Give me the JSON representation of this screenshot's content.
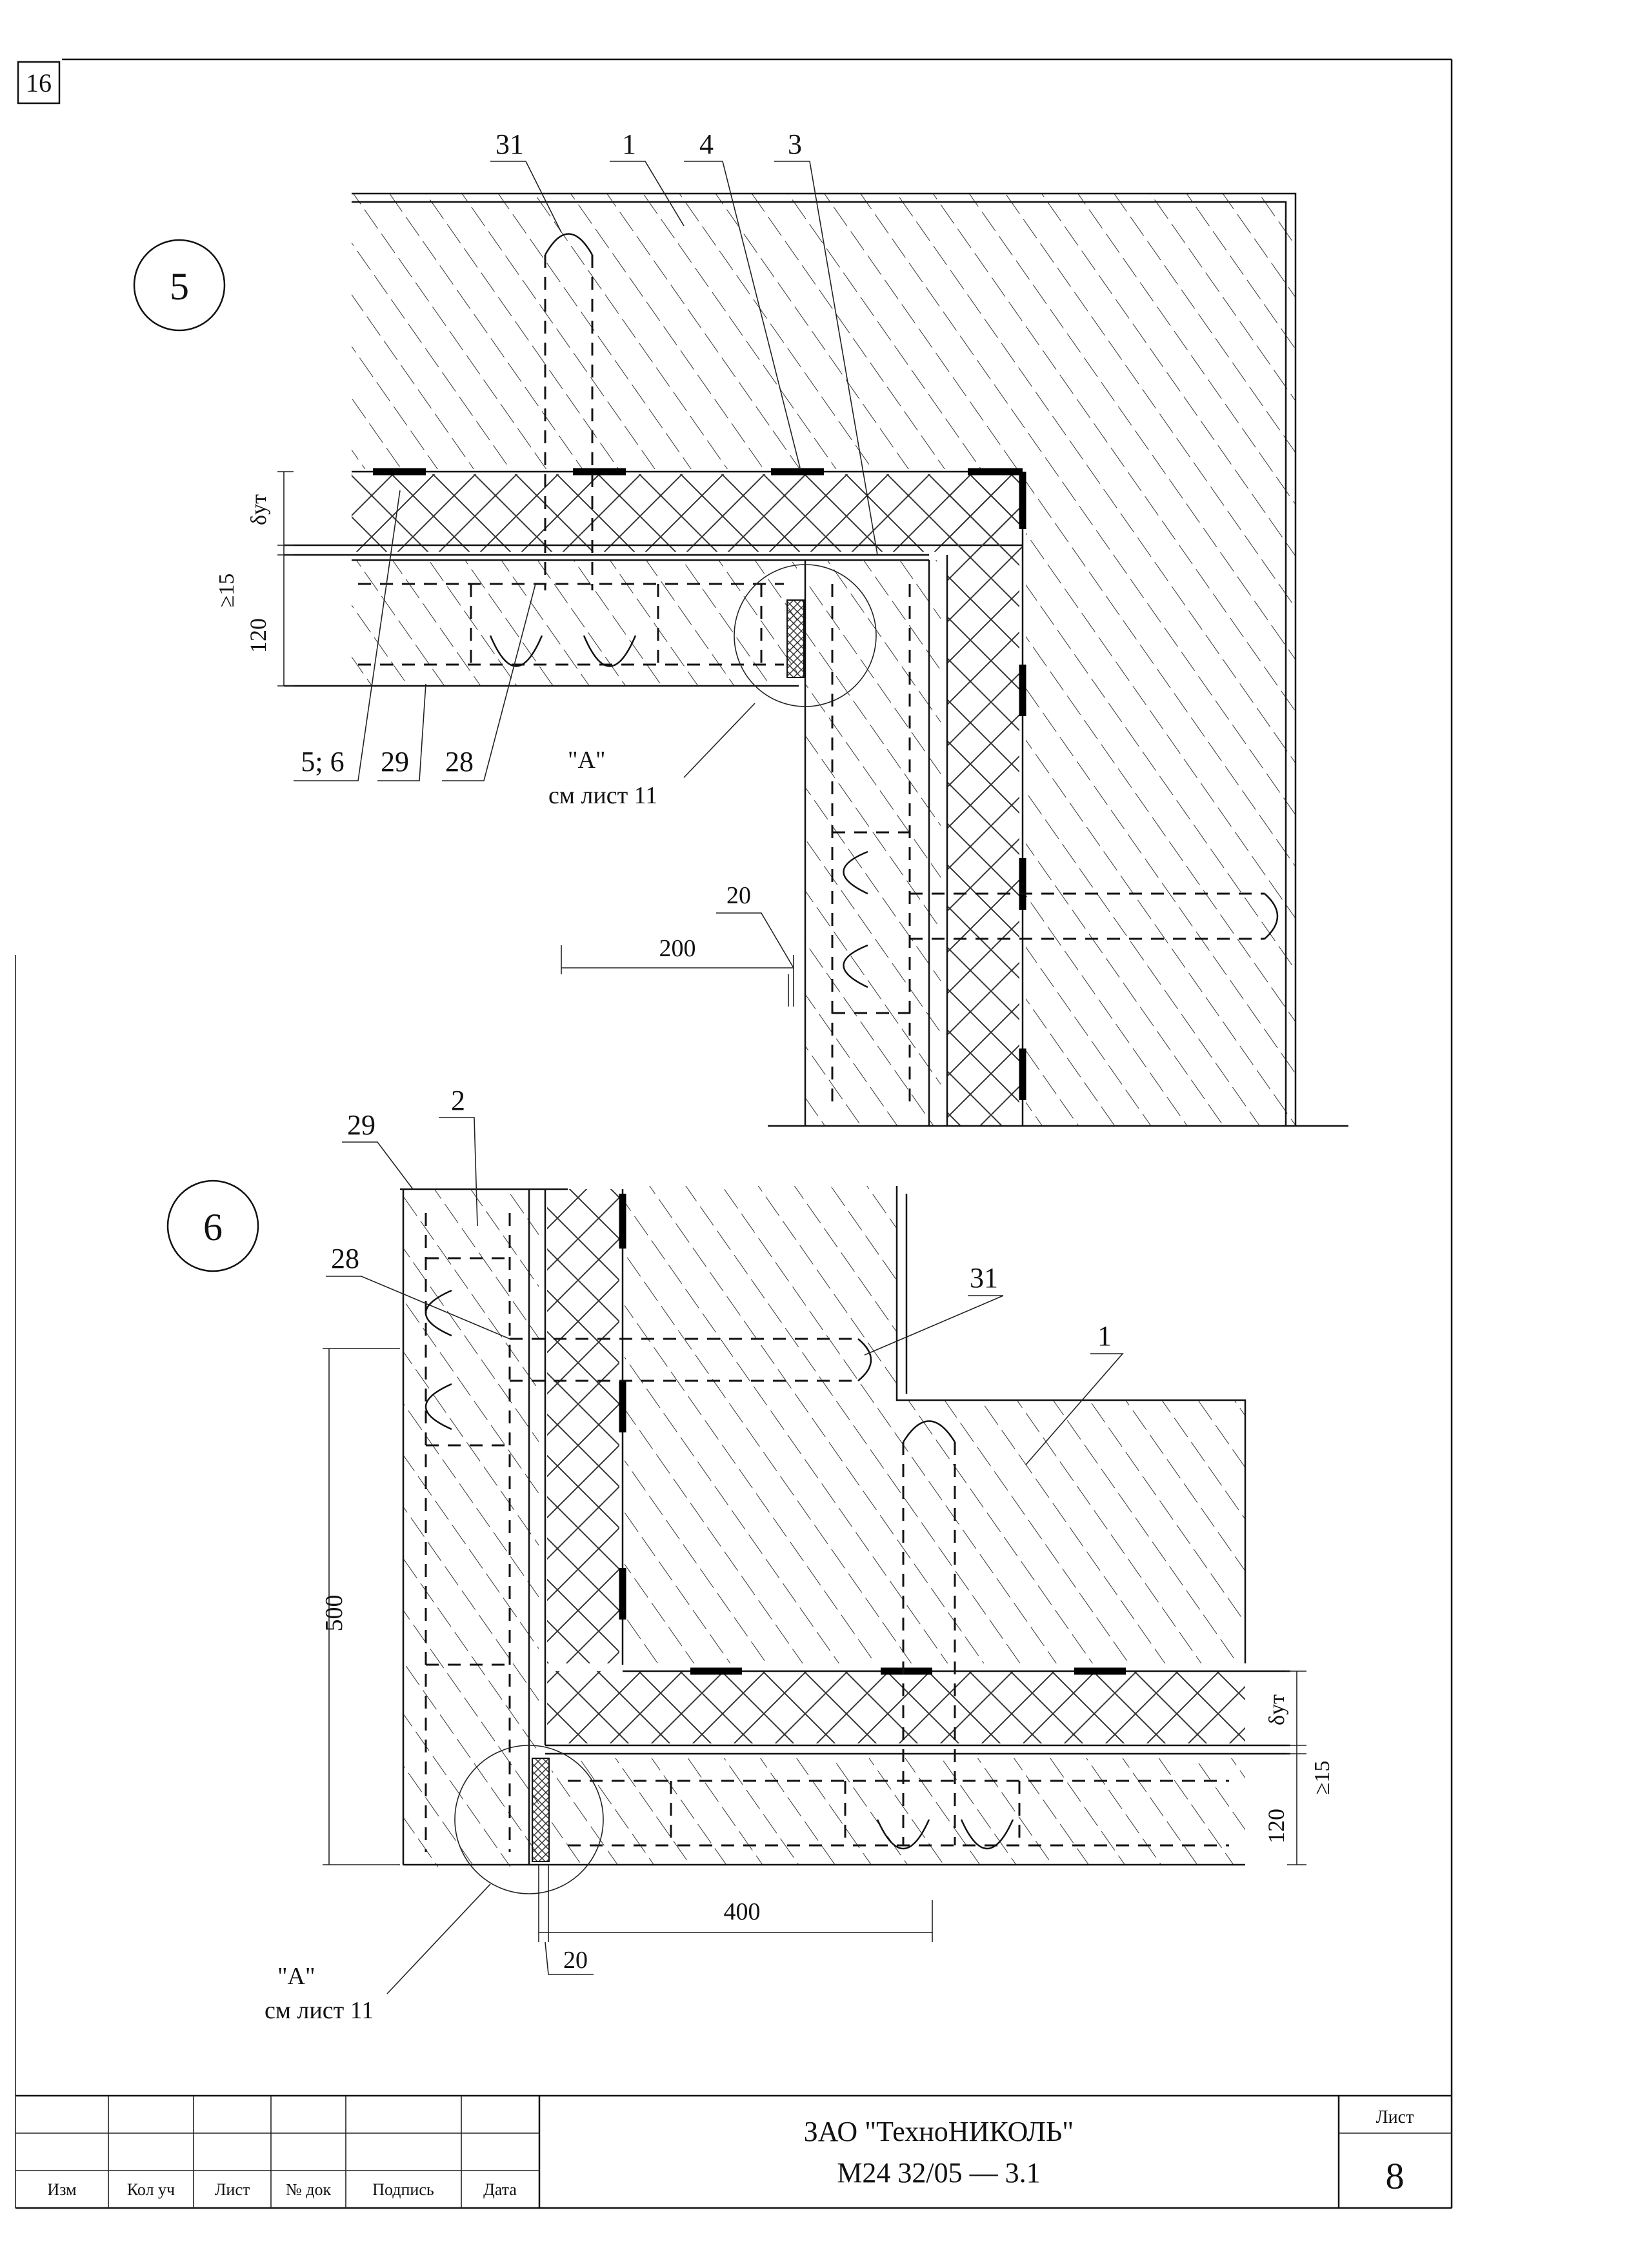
{
  "sheet_corner_number": "16",
  "detail_5": {
    "marker": "5",
    "callouts": [
      "31",
      "1",
      "4",
      "3"
    ],
    "dim_insulation": "δут",
    "dim_gap": "≥15",
    "dim_slab": "120",
    "leaders_bottom": [
      "5; 6",
      "29",
      "28"
    ],
    "note_ref": "\"А\"",
    "note_sheet": "см лист 11",
    "dim_joint": "20",
    "dim_length": "200"
  },
  "detail_6": {
    "marker": "6",
    "callouts": [
      "29",
      "2",
      "28",
      "31",
      "1"
    ],
    "dim_height": "500",
    "dim_insulation": "δут",
    "dim_gap": "≥15",
    "dim_slab": "120",
    "dim_length": "400",
    "dim_joint": "20",
    "note_ref": "\"А\"",
    "note_sheet": "см лист 11"
  },
  "title_block": {
    "columns": [
      "Изм",
      "Кол уч",
      "Лист",
      "№ док",
      "Подпись",
      "Дата"
    ],
    "company": "ЗАО \"ТехноНИКОЛЬ\"",
    "document_code": "М24 32/05 — 3.1",
    "sheet_label": "Лист",
    "sheet_number": "8"
  }
}
